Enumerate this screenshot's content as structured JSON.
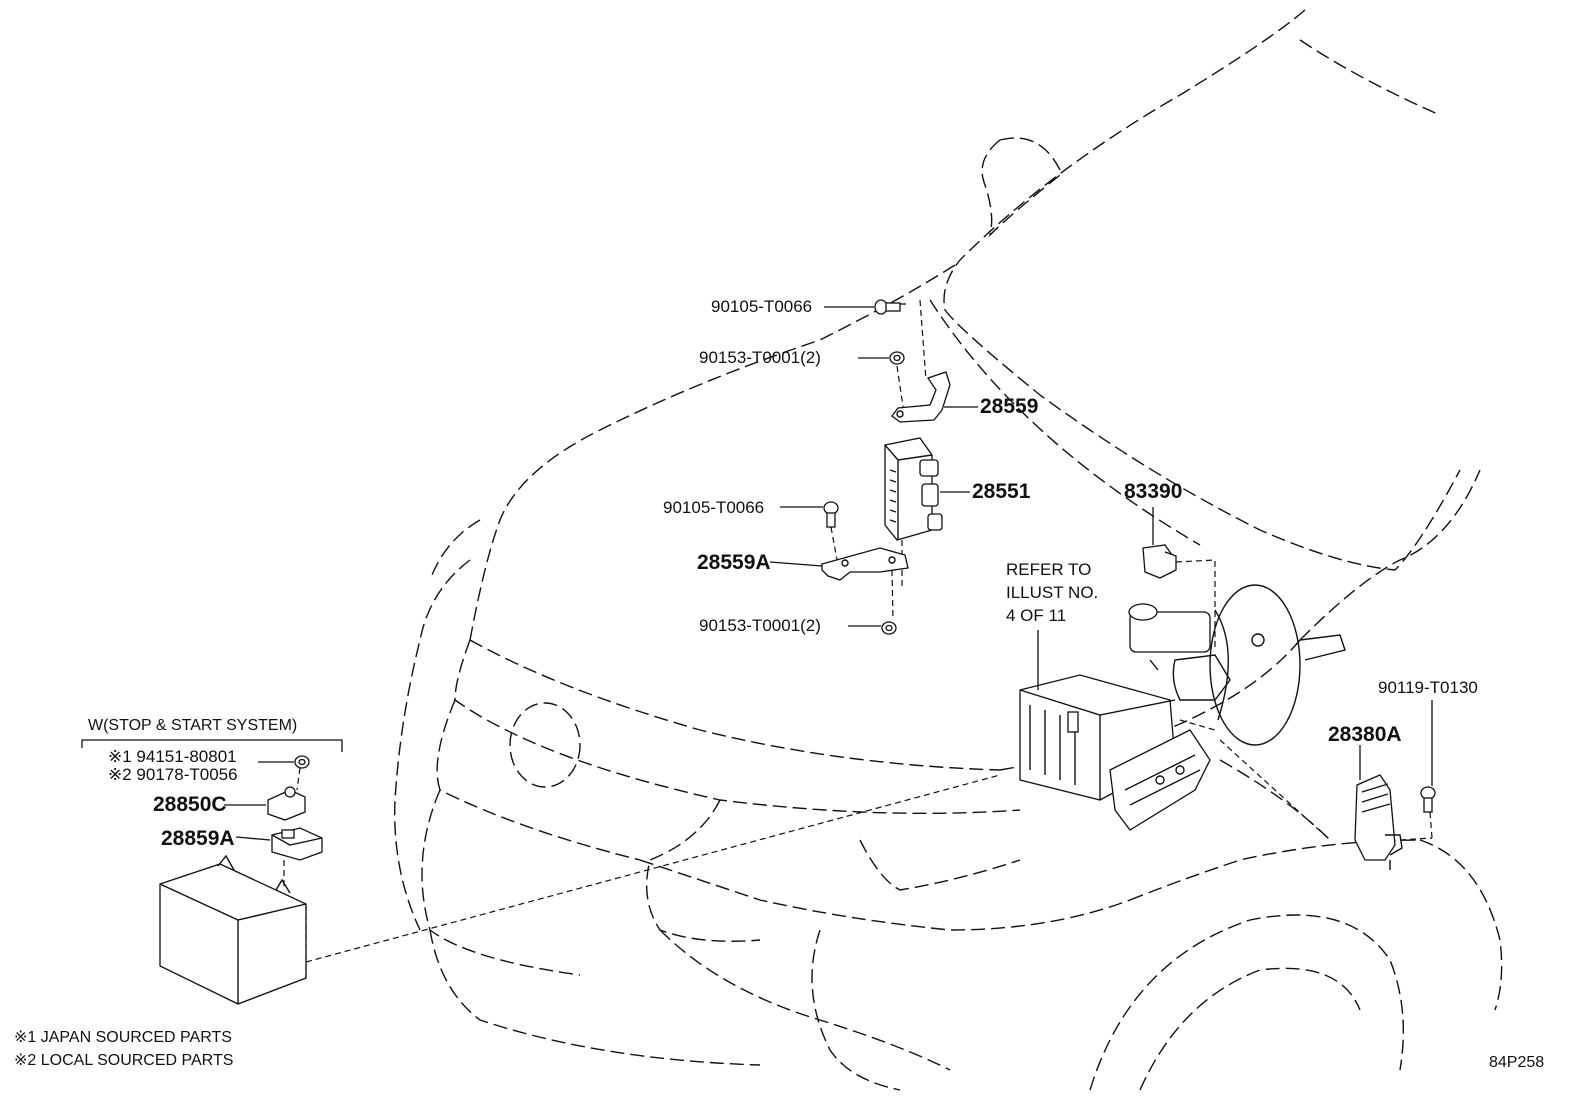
{
  "labels": {
    "p_90105_top": "90105-T0066",
    "p_90153_top": "90153-T0001(2)",
    "p_28559": "28559",
    "p_28551": "28551",
    "p_90105_mid": "90105-T0066",
    "p_28559A": "28559A",
    "p_90153_bot": "90153-T0001(2)",
    "p_83390": "83390",
    "refer_line1": "REFER TO",
    "refer_line2": "ILLUST NO.",
    "refer_line3": "4 OF 11",
    "p_90119": "90119-T0130",
    "p_28380A": "28380A",
    "stop_start": "W(STOP & START SYSTEM)",
    "note1_part": "※1  94151-80801",
    "note2_part": "※2  90178-T0056",
    "p_28850C": "28850C",
    "p_28859A": "28859A",
    "legend1": "※1  JAPAN SOURCED PARTS",
    "legend2": "※2  LOCAL SOURCED PARTS",
    "diagram_code": "84P258"
  },
  "icons": [
    "bolt-icon",
    "nut-icon",
    "bracket-icon",
    "relay-module-icon",
    "sensor-icon",
    "battery-icon",
    "brake-booster-icon",
    "ecu-icon",
    "fuse-box-icon"
  ]
}
